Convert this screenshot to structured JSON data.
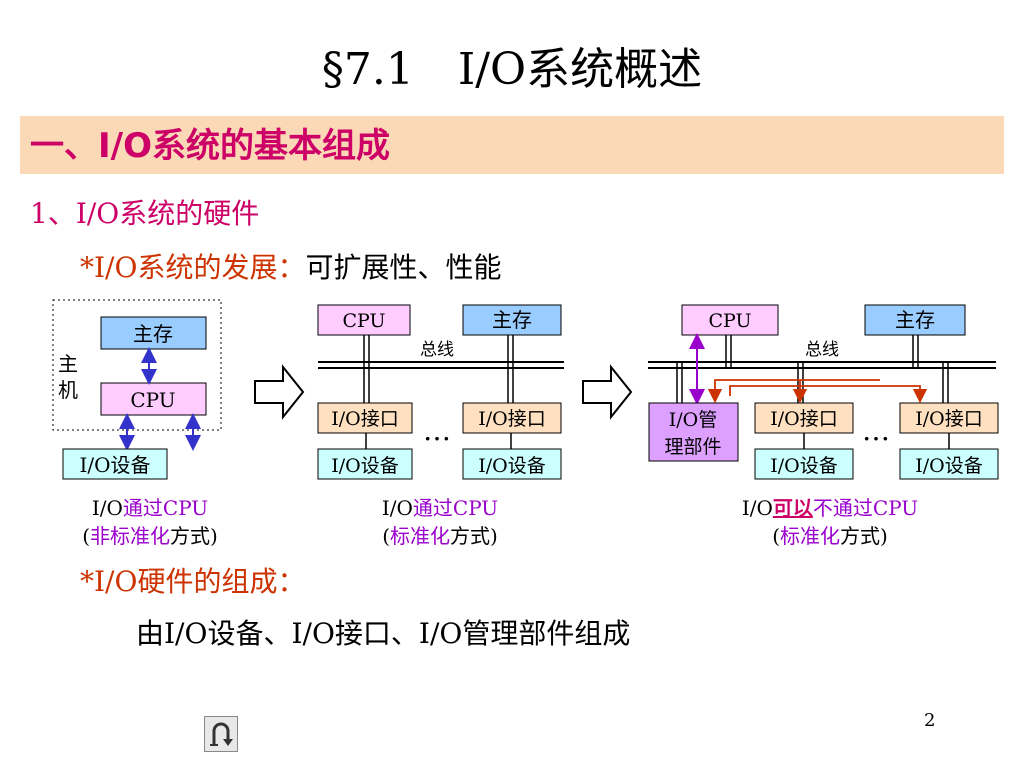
{
  "slide": {
    "title": "§7.1　I/O系统概述",
    "section_heading": "一、I/O系统的基本组成",
    "subheading": "1、I/O系统的硬件",
    "bullet1": {
      "star": "*",
      "label": "I/O系统的发展：",
      "text": "可扩展性、性能"
    },
    "bullet2": {
      "star": "*",
      "label": "I/O硬件的组成：",
      "text": "由I/O设备、I/O接口、I/O管理部件组成"
    },
    "page_number": "2"
  },
  "diagrams": {
    "d1": {
      "host_label": "主机",
      "memory": "主存",
      "cpu": "CPU",
      "device": "I/O设备",
      "caption_prefix": "I/O",
      "caption_via": "通过",
      "caption_cpu": "CPU",
      "caption2_open": "(",
      "caption2_colored": "非标准化",
      "caption2_rest": "方式)"
    },
    "d2": {
      "cpu": "CPU",
      "memory": "主存",
      "bus": "总线",
      "interface": "I/O接口",
      "device": "I/O设备",
      "ellipsis": "…",
      "caption_prefix": "I/O",
      "caption_via": "通过",
      "caption_cpu": "CPU",
      "caption2_open": "(",
      "caption2_colored": "标准化",
      "caption2_rest": "方式)"
    },
    "d3": {
      "cpu": "CPU",
      "memory": "主存",
      "bus": "总线",
      "manager_line1": "I/O管",
      "manager_line2": "理部件",
      "interface": "I/O接口",
      "device": "I/O设备",
      "ellipsis": "…",
      "caption_prefix": "I/O",
      "caption_can": "可以",
      "caption_not": "不",
      "caption_via": "通过",
      "caption_cpu": "CPU",
      "caption2_open": "(",
      "caption2_colored": "标准化",
      "caption2_rest": "方式)"
    }
  },
  "colors": {
    "memory_fill": "#99ccff",
    "cpu_fill": "#ffccff",
    "interface_fill": "#ffe0c0",
    "device_fill": "#ccffff",
    "manager_fill": "#dda0ff",
    "section_bar": "#fbd8b6",
    "blue_arrow": "#3333cc",
    "purple_arrow": "#9900cc",
    "red_arrow": "#cc3300"
  },
  "icons": {
    "nav": "return-arrow-icon"
  }
}
